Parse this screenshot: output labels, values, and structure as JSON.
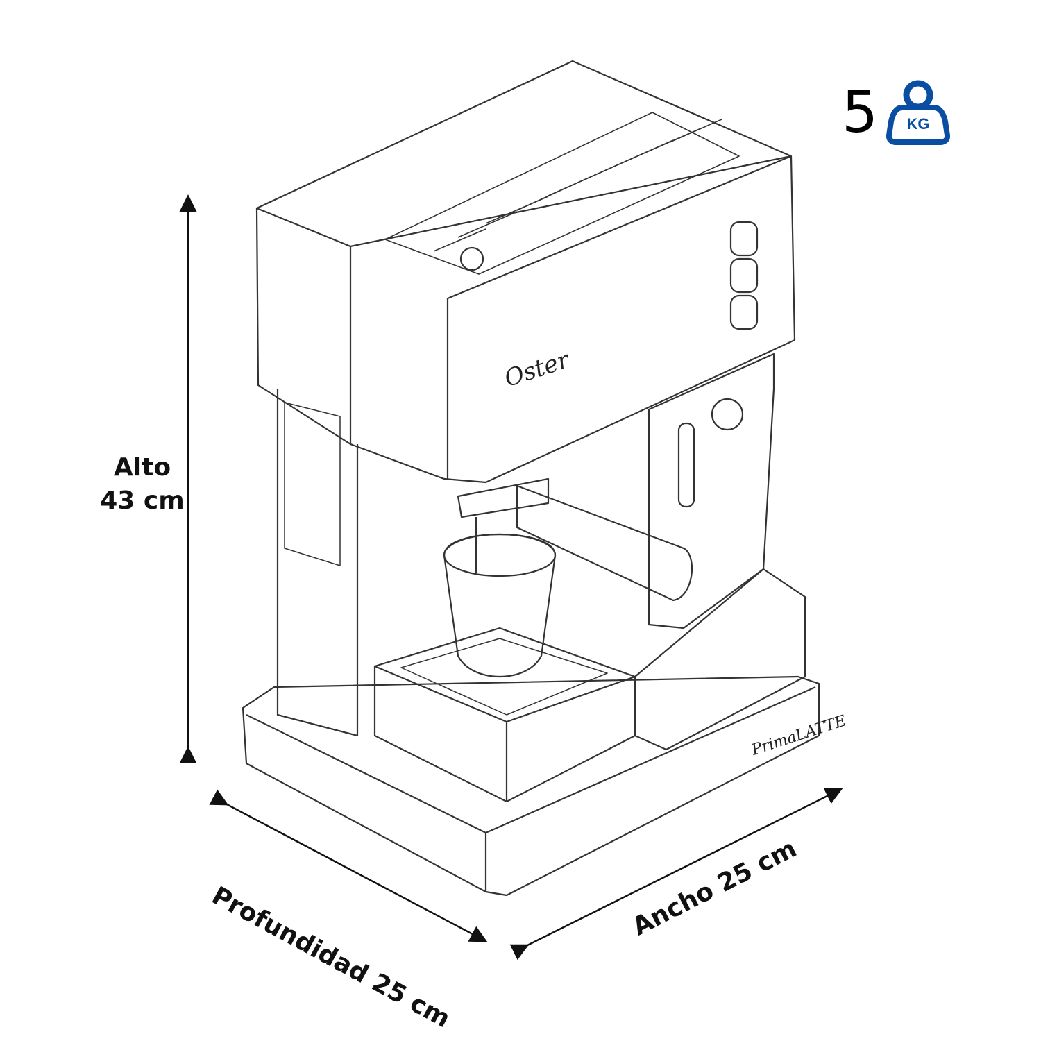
{
  "dimensions": {
    "height_label": "Alto",
    "height_value": "43 cm",
    "depth": "Profundidad 25 cm",
    "width": "Ancho 25 cm"
  },
  "weight": {
    "value": "5",
    "unit": "KG",
    "icon": "weight-icon",
    "color": "#0a4ea2"
  },
  "product": {
    "brand": "Oster",
    "model": "PrimaLATTE"
  }
}
